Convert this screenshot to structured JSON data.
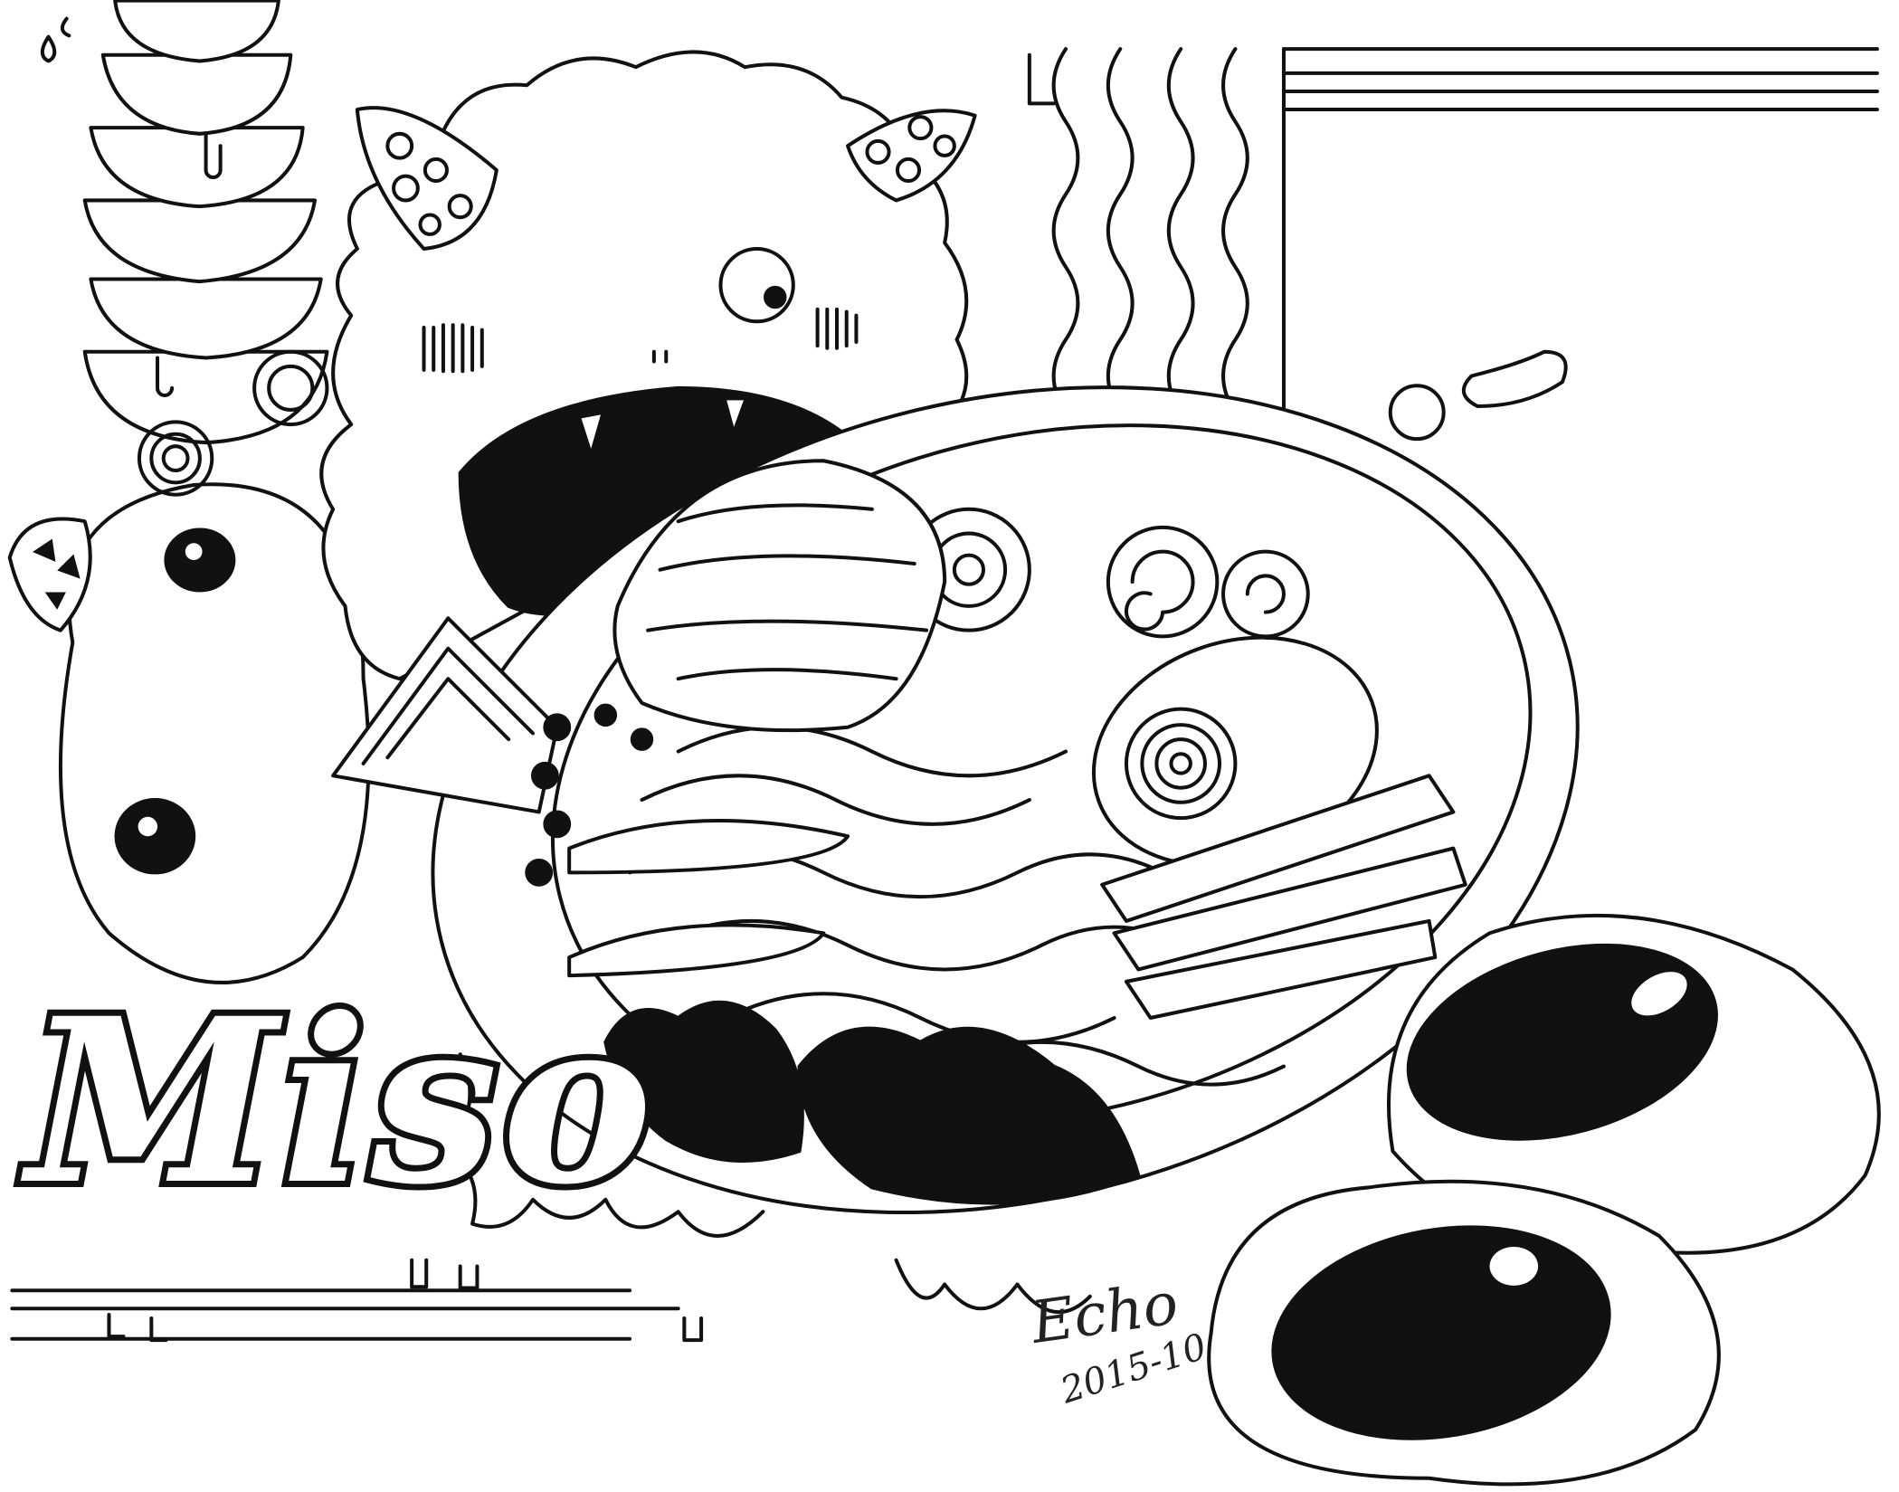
{
  "title": "Miso",
  "signature": {
    "name": "Echo",
    "date": "2015-10"
  },
  "colors": {
    "ink": "#111111",
    "paper": "#ffffff"
  }
}
